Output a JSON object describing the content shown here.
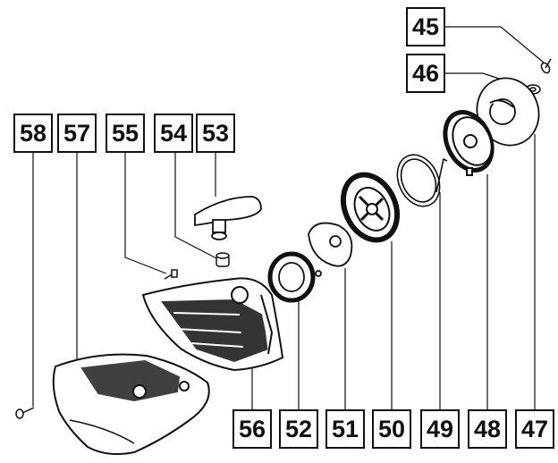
{
  "callouts": {
    "top_row": [
      "58",
      "57",
      "55",
      "54",
      "53"
    ],
    "top_right": [
      "45",
      "46"
    ],
    "bottom_row": [
      "56",
      "52",
      "51",
      "50",
      "49",
      "48",
      "47"
    ]
  }
}
